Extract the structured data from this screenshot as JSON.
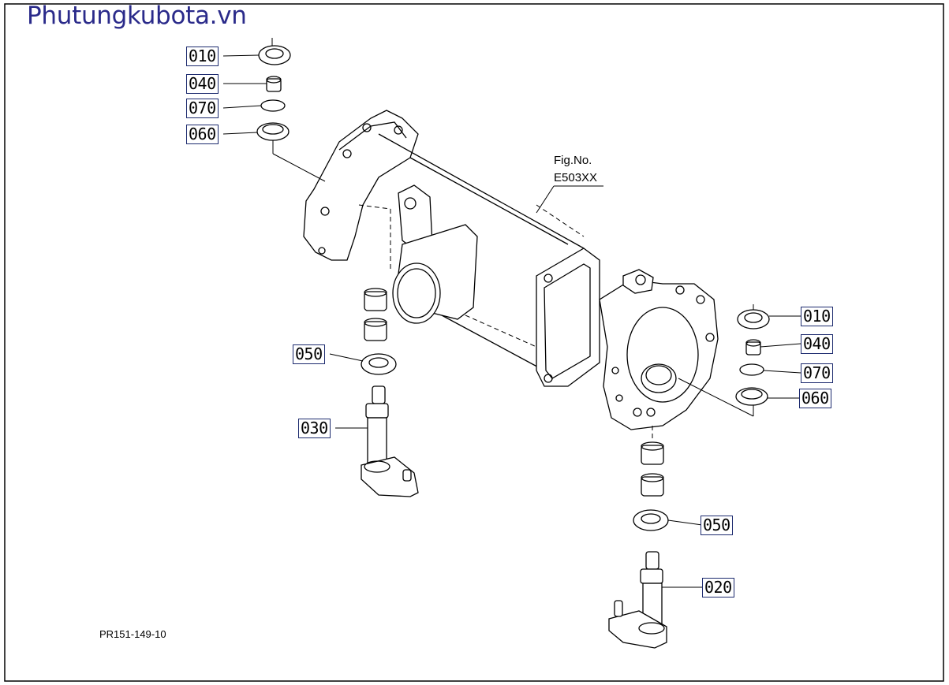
{
  "watermark": "Phutungkubota.vn",
  "figure_reference": {
    "line1": "Fig.No.",
    "line2": "E503XX"
  },
  "drawing_code": "PR151-149-10",
  "callouts": {
    "left_010": "010",
    "left_040": "040",
    "left_070": "070",
    "left_060": "060",
    "left_050": "050",
    "left_030": "030",
    "right_010": "010",
    "right_040": "040",
    "right_070": "070",
    "right_060": "060",
    "right_050": "050",
    "right_020": "020"
  }
}
